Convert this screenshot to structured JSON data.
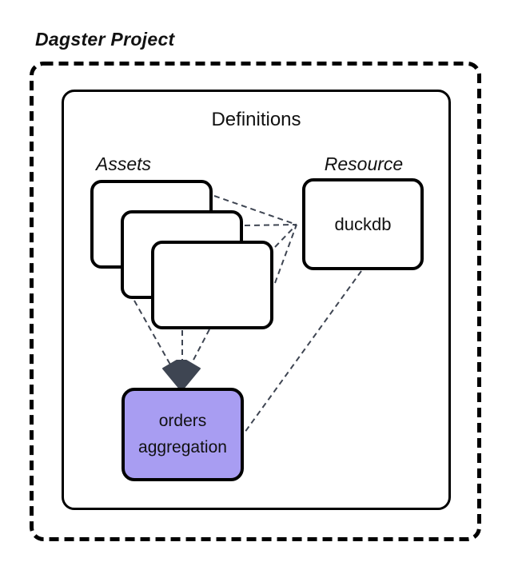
{
  "diagram": {
    "title": "Dagster Project",
    "definitions": {
      "label": "Definitions"
    },
    "assets_group": {
      "label": "Assets",
      "card_count": 3
    },
    "resource_group": {
      "label": "Resource",
      "node_label": "duckdb"
    },
    "highlight_node": {
      "label": "orders aggregation"
    },
    "colors": {
      "highlight_fill": "#a89df2",
      "connector": "#3e4552",
      "border": "#000000",
      "canvas": "#ffffff"
    }
  }
}
